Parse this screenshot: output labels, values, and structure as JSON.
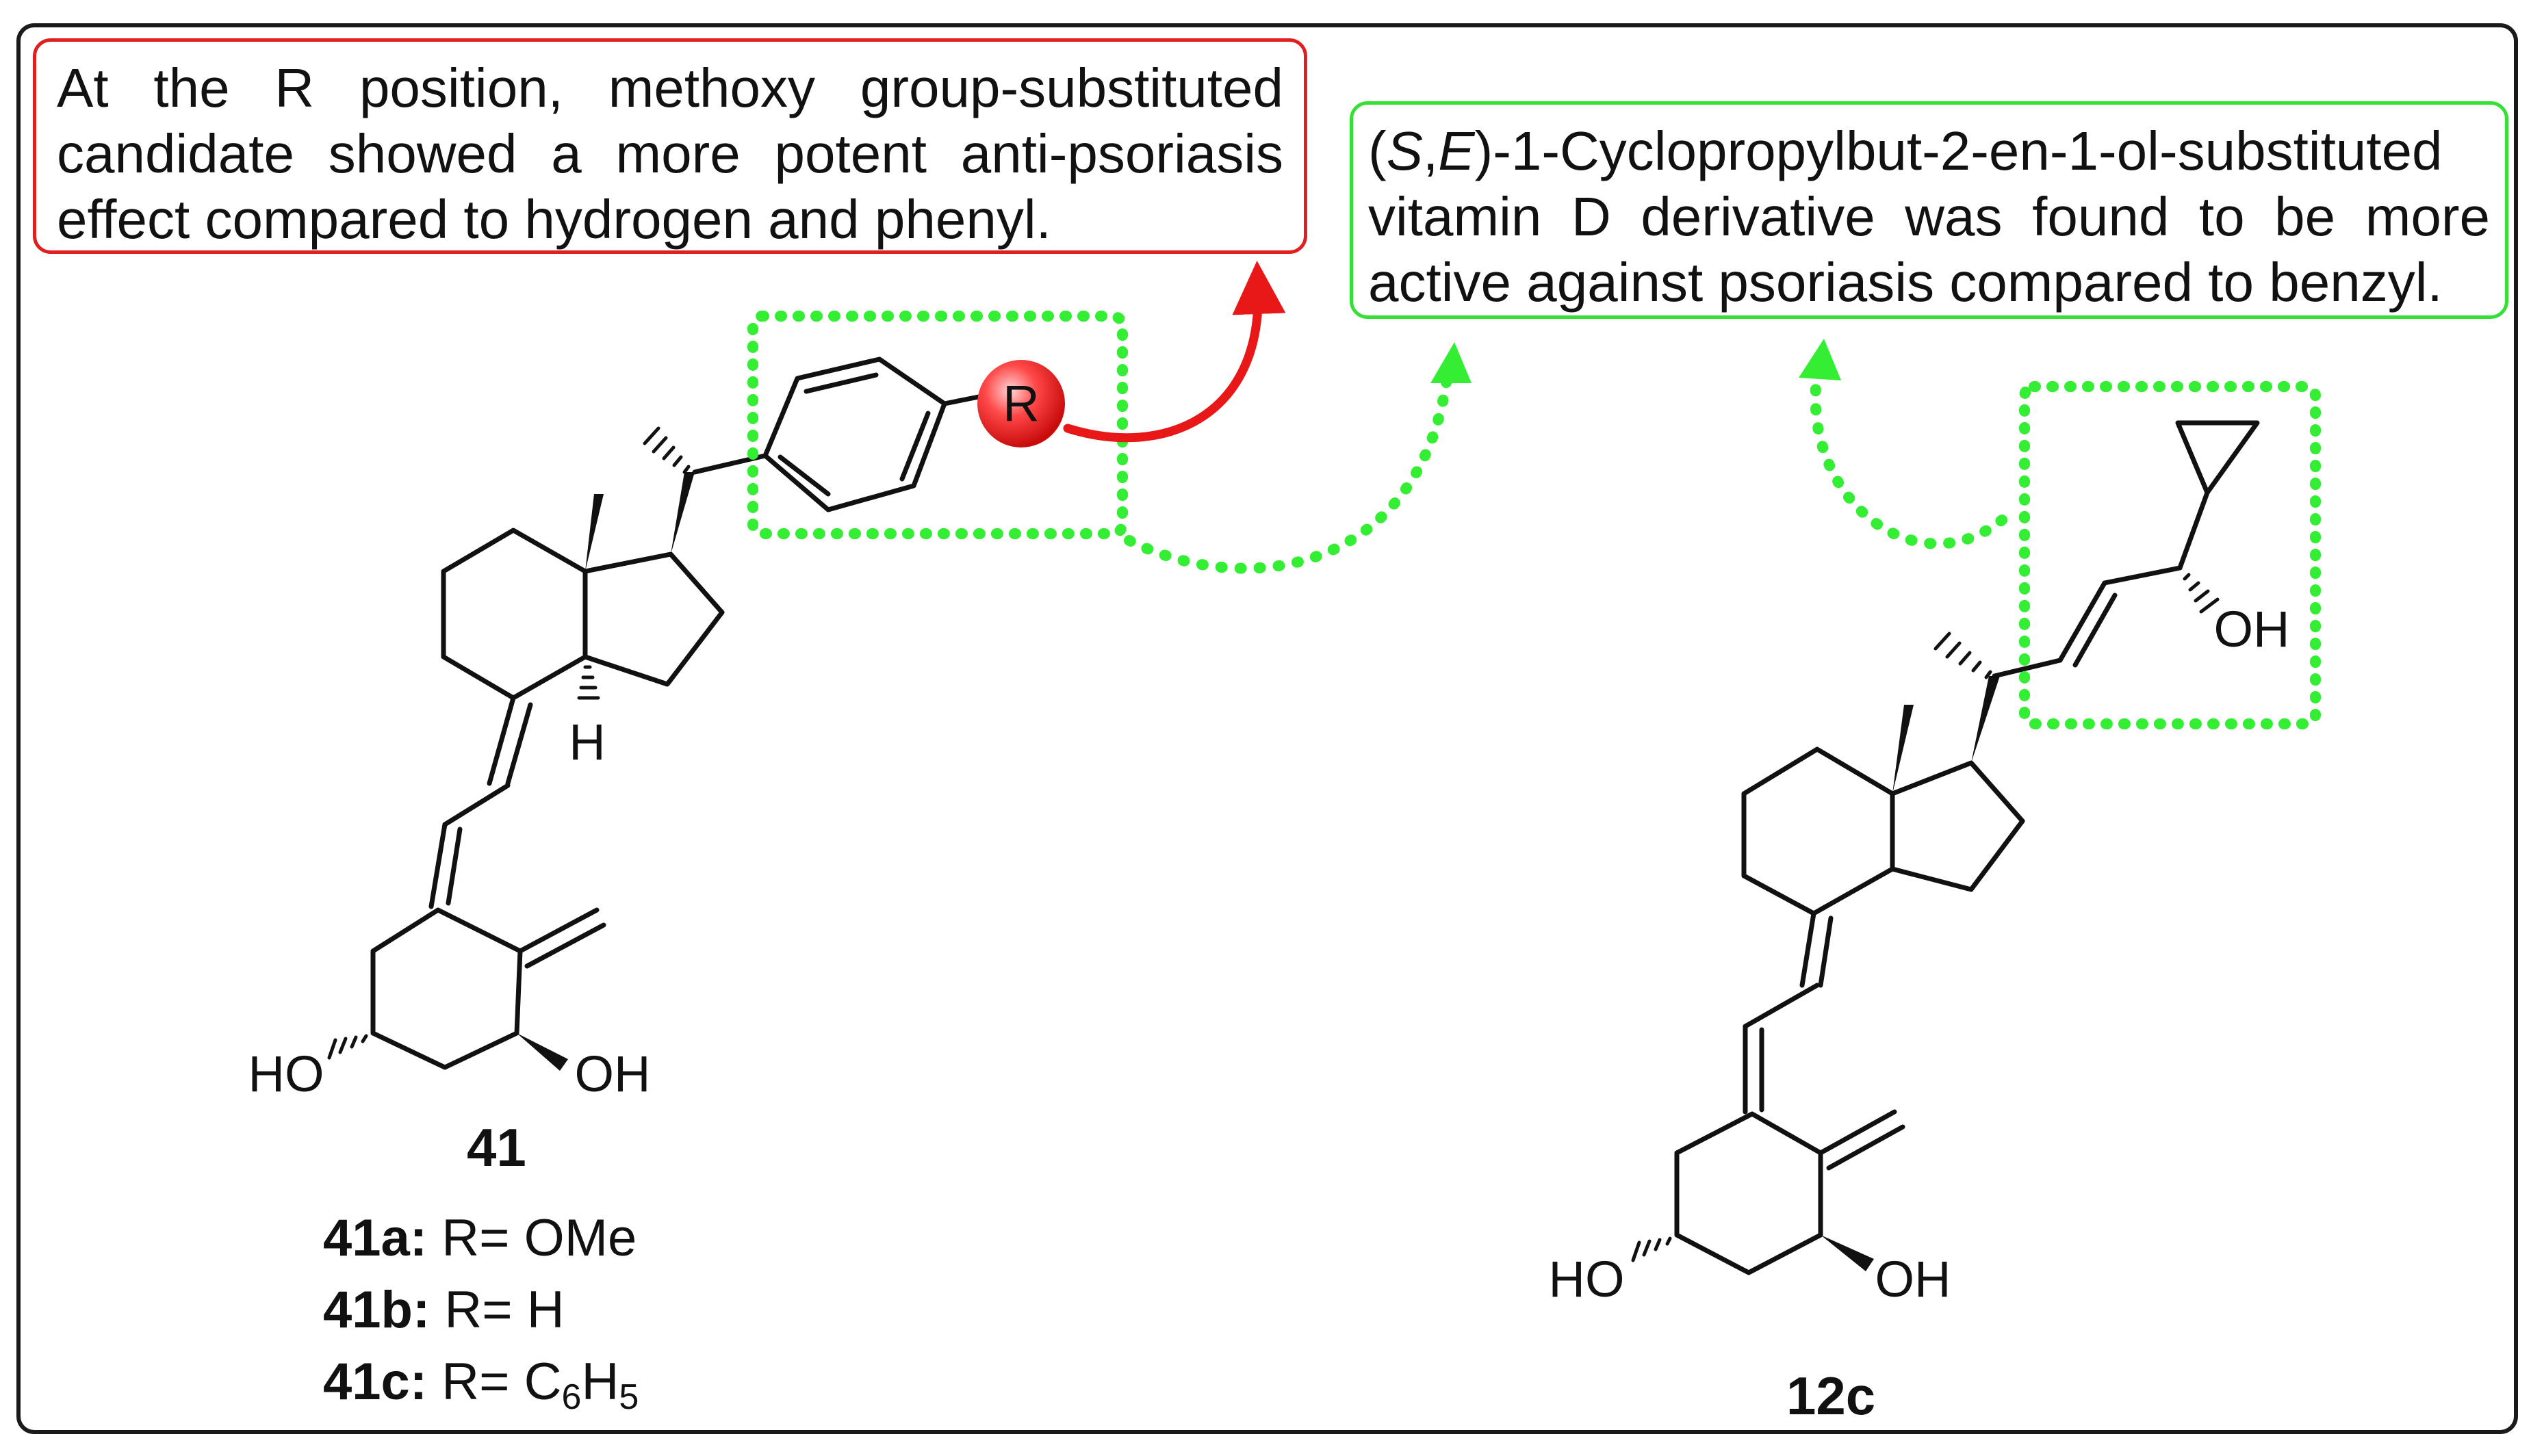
{
  "callout_red": {
    "line1": "At the R position, methoxy group-substituted",
    "line2": "candidate showed a more potent anti-psoriasis",
    "line3": "effect compared to hydrogen and phenyl."
  },
  "callout_green": {
    "italic_s": "S",
    "italic_e": "E",
    "line1_tail": "-1-Cyclopropylbut-2-en-1-ol-substituted",
    "line2": "vitamin D derivative was found to be more",
    "line3": "active against psoriasis compared to benzyl."
  },
  "compound_41": {
    "label": "41",
    "r_label": "R",
    "h_label": "H",
    "ho_label": "HO",
    "oh_label": "OH",
    "variants": [
      {
        "code": "41a:",
        "text": "R= OMe"
      },
      {
        "code": "41b:",
        "text": "R= H"
      },
      {
        "code": "41c:",
        "text": "R= C",
        "sub1": "6",
        "mid": "H",
        "sub2": "5"
      }
    ]
  },
  "compound_12c": {
    "label": "12c",
    "oh_side": "OH",
    "ho_label": "HO",
    "oh_label": "OH"
  },
  "colors": {
    "frame": "#1a1a1a",
    "callout_red": "#e02020",
    "callout_green": "#35e035",
    "highlight_box": "#33ee33",
    "arrow_red": "#e81818"
  }
}
